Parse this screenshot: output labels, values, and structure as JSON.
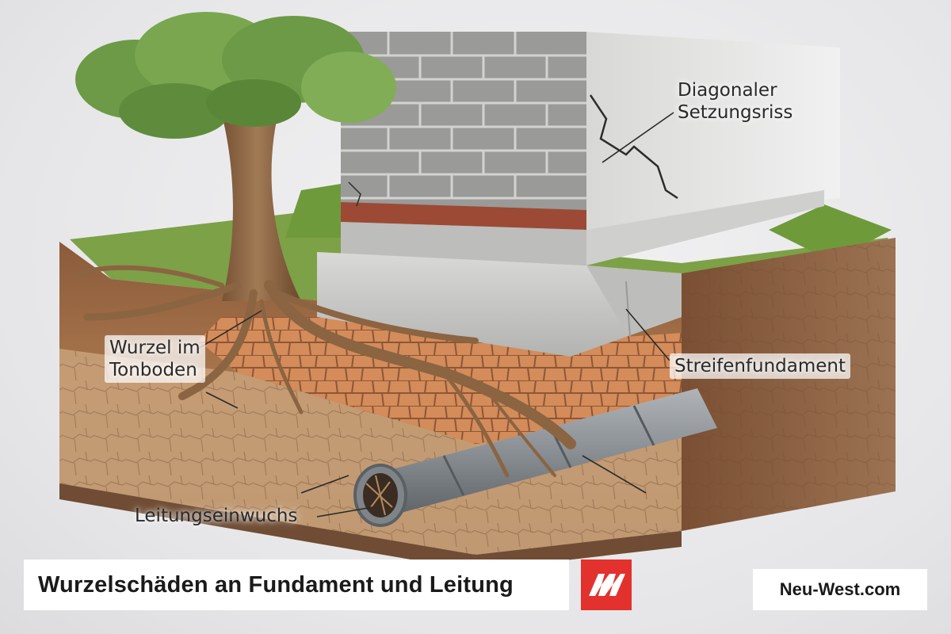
{
  "labels": {
    "crack": [
      "Diagonaler",
      "Setzungsriss"
    ],
    "root": [
      "Wurzel im",
      "Tonboden"
    ],
    "foundation": "Streifenfundament",
    "pipe": "Leitungseinwuchs"
  },
  "footer": {
    "title": "Wurzelschäden an Fundament und Leitung",
    "site": "Neu-West.com"
  },
  "colors": {
    "accent_red": "#e3312d",
    "soil_dark": "#8a5a3a",
    "clay": "#d0885a",
    "concrete": "#c9c9c7",
    "grass": "#6f9a3a",
    "brick_grey": "#8e8e8c"
  },
  "icons": {
    "logo": "nw-logo-icon"
  }
}
